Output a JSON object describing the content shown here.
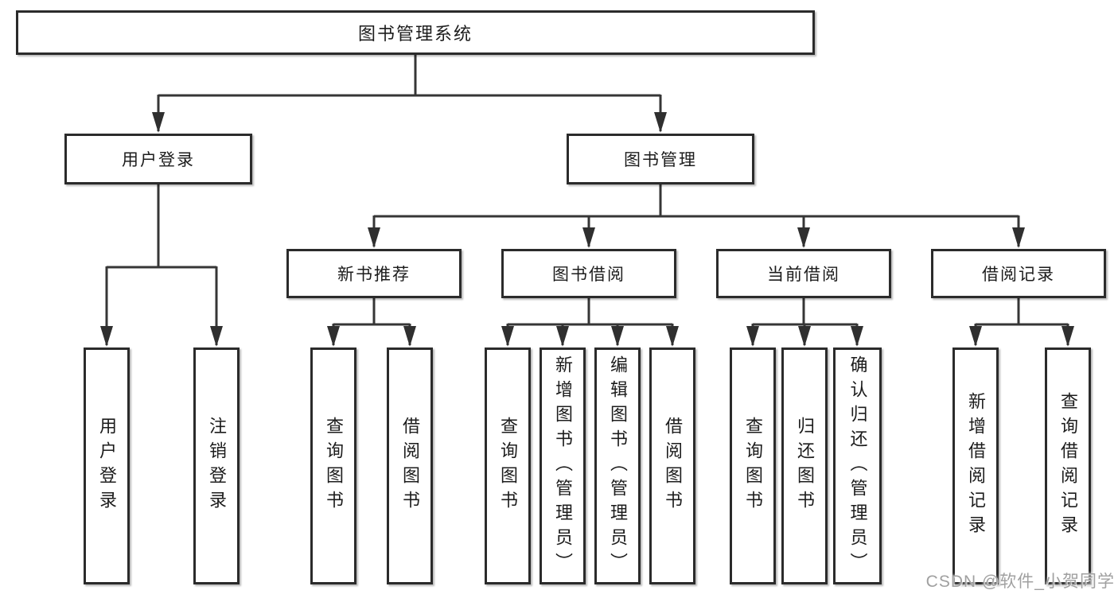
{
  "diagram": {
    "type": "hierarchy-tree",
    "orientation": "top-down",
    "colors": {
      "background": "#ffffff",
      "box_fill": "#ffffff",
      "box_border": "#2b2b2b",
      "line": "#363636",
      "text": "#1c1c1c",
      "watermark": "#a0a0a0"
    }
  },
  "tree": {
    "label": "图书管理系统",
    "children": [
      {
        "label": "用户登录",
        "children": [
          {
            "label": "用户登录"
          },
          {
            "label": "注销登录"
          }
        ]
      },
      {
        "label": "图书管理",
        "children": [
          {
            "label": "新书推荐",
            "children": [
              {
                "label": "查询图书"
              },
              {
                "label": "借阅图书"
              }
            ]
          },
          {
            "label": "图书借阅",
            "children": [
              {
                "label": "查询图书"
              },
              {
                "label": "新增图书（管理员）"
              },
              {
                "label": "编辑图书（管理员）"
              },
              {
                "label": "借阅图书"
              }
            ]
          },
          {
            "label": "当前借阅",
            "children": [
              {
                "label": "查询图书"
              },
              {
                "label": "归还图书"
              },
              {
                "label": "确认归还（管理员）"
              }
            ]
          },
          {
            "label": "借阅记录",
            "children": [
              {
                "label": "新增借阅记录"
              },
              {
                "label": "查询借阅记录"
              }
            ]
          }
        ]
      }
    ]
  },
  "watermark": {
    "text": "CSDN @软件_小贺同学"
  }
}
